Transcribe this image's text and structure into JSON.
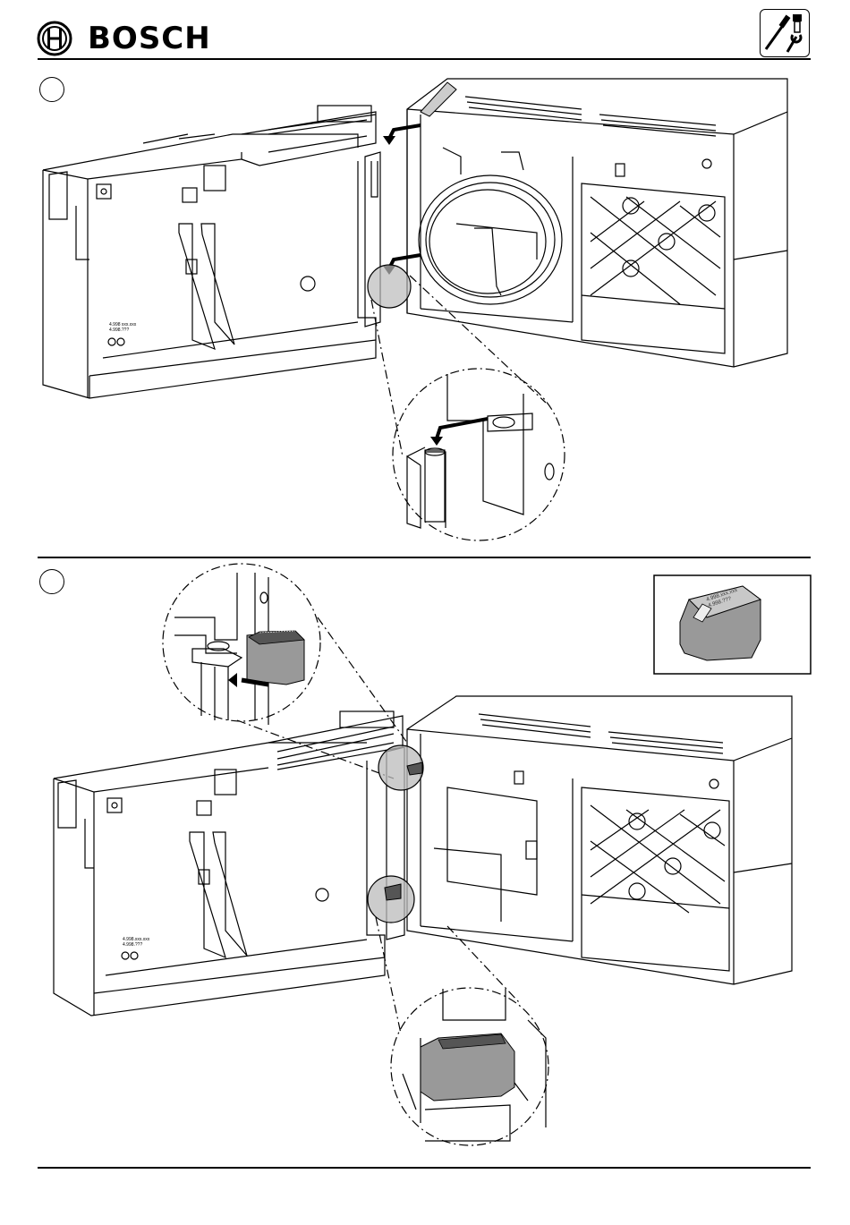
{
  "header": {
    "brand_name": "BOSCH",
    "logo_icon": "bosch-armature-icon",
    "tool_icon": "screwdriver-wrench-icon"
  },
  "steps": [
    {
      "number": "",
      "description": ""
    },
    {
      "number": "",
      "description": ""
    }
  ],
  "part_labels": {
    "housing_a": "4.998 xxx.xxx\n4.998.???",
    "housing_b": "4.998.xxx.xxx\n4.998.???",
    "part_inset": "4.998.xxx.xxx\n4.998.???"
  },
  "colors": {
    "line": "#000000",
    "highlight": "#b3b3b3",
    "part_fill": "#999999",
    "background": "#ffffff"
  }
}
